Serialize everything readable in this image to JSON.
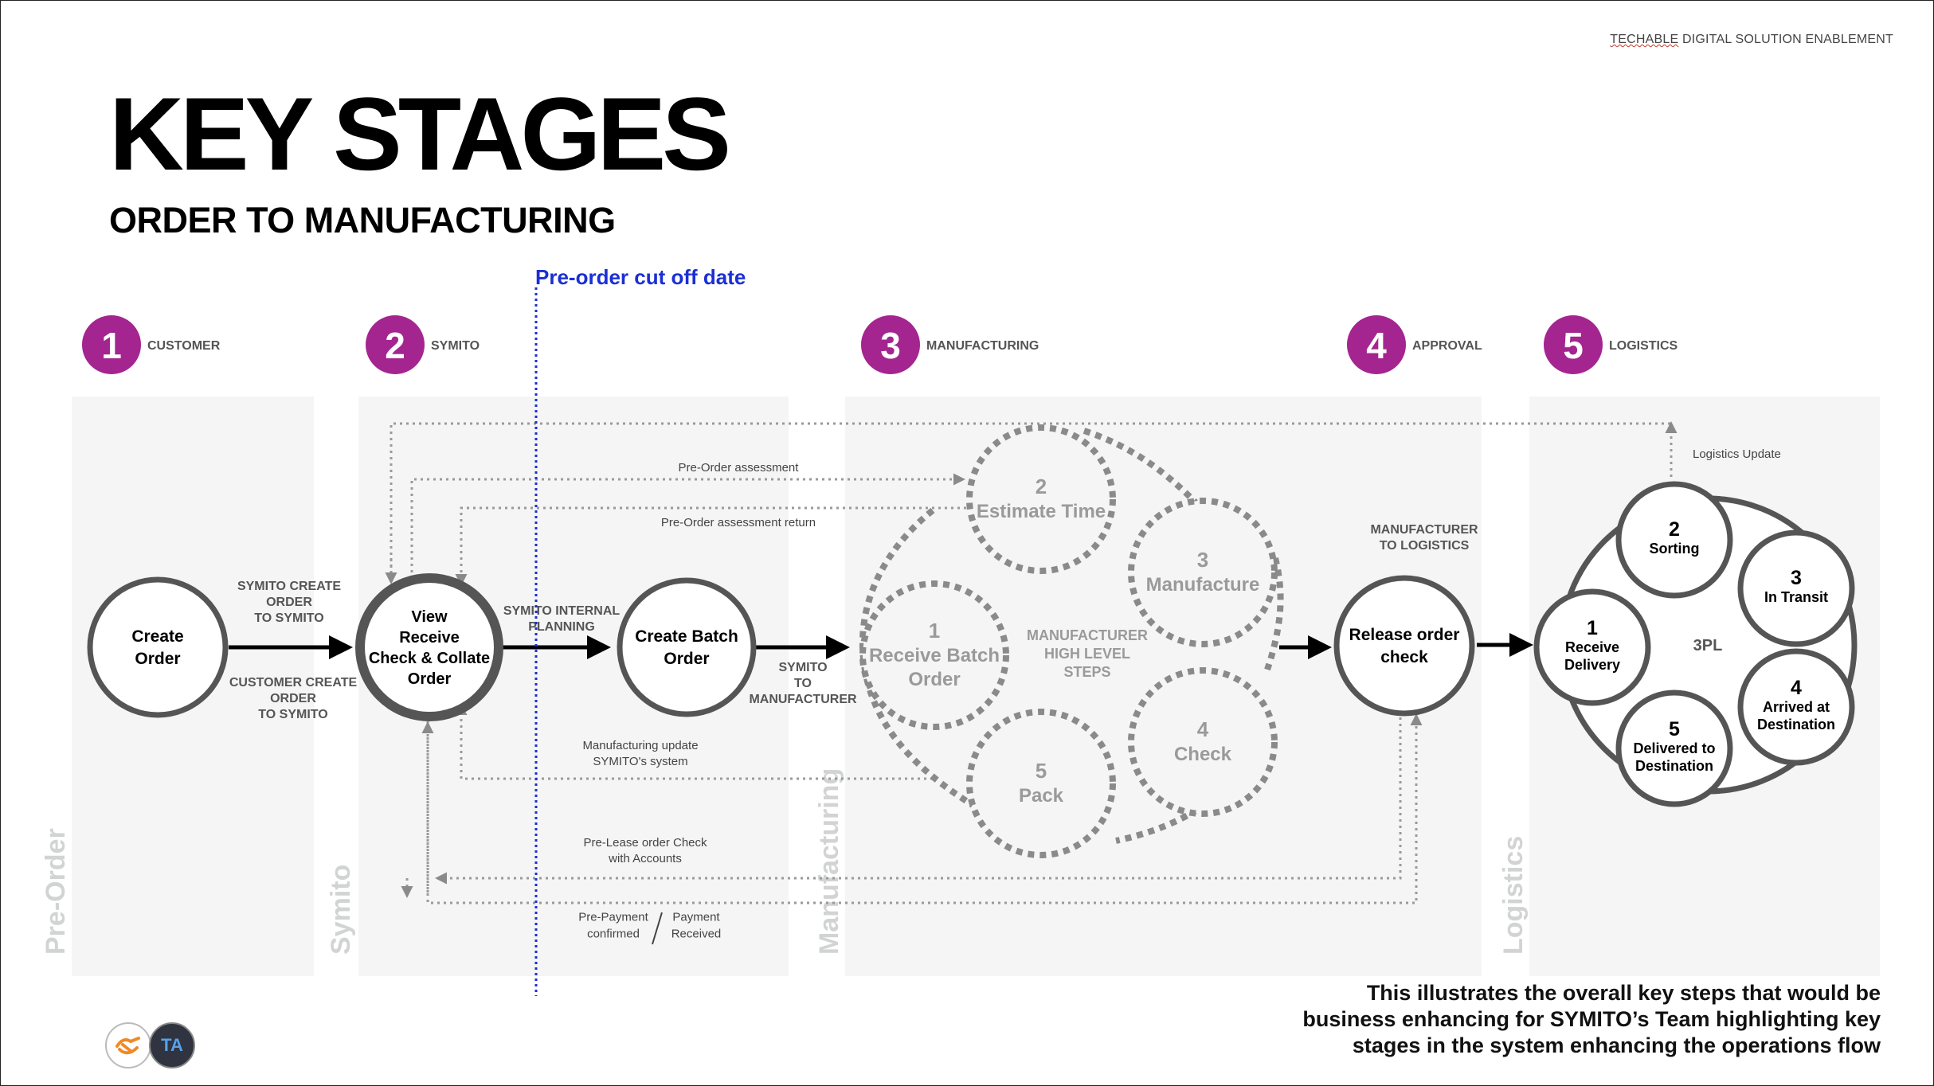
{
  "header": {
    "brand_word": "TECHABLE",
    "brand_rest": " DIGITAL SOLUTION ENABLEMENT",
    "title": "KEY STAGES",
    "subtitle": "ORDER TO MANUFACTURING",
    "cutoff_label": "Pre-order cut off date"
  },
  "stages": [
    {
      "num": "1",
      "label": "CUSTOMER"
    },
    {
      "num": "2",
      "label": "SYMITO"
    },
    {
      "num": "3",
      "label": "MANUFACTURING"
    },
    {
      "num": "4",
      "label": "APPROVAL"
    },
    {
      "num": "5",
      "label": "LOGISTICS"
    }
  ],
  "lanes": {
    "preorder": "Pre-Order",
    "symito": "Symito",
    "manufacturing": "Manufacturing",
    "logistics": "Logistics"
  },
  "nodes": {
    "create_order": [
      "Create",
      "Order"
    ],
    "view_receive": [
      "View",
      "Receive",
      "Check & Collate",
      "Order"
    ],
    "create_batch": [
      "Create Batch",
      "Order"
    ],
    "release_order": [
      "Release order",
      "check"
    ]
  },
  "labels": {
    "symito_create": [
      "SYMITO CREATE",
      "ORDER",
      "TO SYMITO"
    ],
    "customer_create": [
      "CUSTOMER CREATE",
      "ORDER",
      "TO SYMITO"
    ],
    "internal_planning": [
      "SYMITO INTERNAL",
      "PLANNING"
    ],
    "symito_to_mfr": [
      "SYMITO",
      "TO",
      "MANUFACTURER"
    ],
    "mfr_to_logistics": [
      "MANUFACTURER",
      "TO LOGISTICS"
    ],
    "preorder_assessment": "Pre-Order assessment",
    "preorder_assessment_return": "Pre-Order assessment return",
    "mfg_update": [
      "Manufacturing update",
      "SYMITO's system"
    ],
    "prelease_check": [
      "Pre-Lease order Check",
      "with Accounts"
    ],
    "prepayment": [
      "Pre-Payment",
      "confirmed"
    ],
    "payment_received": [
      "Payment",
      "Received"
    ],
    "logistics_update": "Logistics Update"
  },
  "manufacturing": {
    "center": [
      "MANUFACTURER",
      "HIGH LEVEL",
      "STEPS"
    ],
    "steps": [
      {
        "num": "1",
        "lines": [
          "Receive Batch",
          "Order"
        ]
      },
      {
        "num": "2",
        "lines": [
          "Estimate Time"
        ]
      },
      {
        "num": "3",
        "lines": [
          "Manufacture"
        ]
      },
      {
        "num": "4",
        "lines": [
          "Check"
        ]
      },
      {
        "num": "5",
        "lines": [
          "Pack"
        ]
      }
    ]
  },
  "logistics": {
    "center": "3PL",
    "steps": [
      {
        "num": "1",
        "lines": [
          "Receive",
          "Delivery"
        ]
      },
      {
        "num": "2",
        "lines": [
          "Sorting"
        ]
      },
      {
        "num": "3",
        "lines": [
          "In Transit"
        ]
      },
      {
        "num": "4",
        "lines": [
          "Arrived at",
          "Destination"
        ]
      },
      {
        "num": "5",
        "lines": [
          "Delivered to",
          "Destination"
        ]
      }
    ]
  },
  "caption": "This illustrates the overall key steps that would be business enhancing for SYMITO’s Team highlighting key stages in the system enhancing the operations flow",
  "colors": {
    "accent": "#a4258f",
    "cutoff": "#1a2fd4",
    "lane_bg": "#f4f5f4",
    "node_stroke": "#555555",
    "dotted": "#9a9a9a",
    "mfg_text": "#9a9a9a"
  },
  "icons": [
    "handshake-logo-icon",
    "ta-logo-icon"
  ],
  "logo_text": "TA"
}
